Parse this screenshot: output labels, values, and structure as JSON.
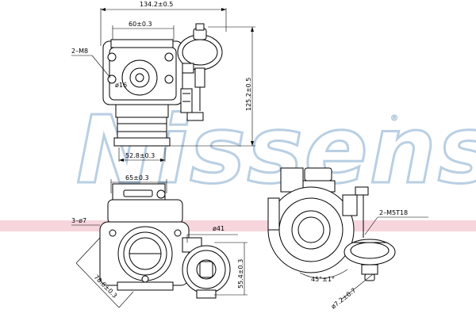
{
  "watermark": {
    "brand": "Nissens",
    "registered": "®",
    "color": "#b9cfe3"
  },
  "accent_band_color": "#f6d6dc",
  "dimensions": {
    "overall_width": "134.2±0.5",
    "flange_width": "60±0.3",
    "bolt_spec": "2–M8",
    "bore_diameter": "ø16",
    "height": "125.2±0.5",
    "outlet_width": "52.8±0.3",
    "hole_spacing": "65±0.3",
    "hole_spec": "3–ø7",
    "port_diameter": "ø41",
    "diagonal": "78.6±0.3",
    "actuator_height": "55.4±0.3",
    "thread_spec": "2–M5T18",
    "angle": "45°±1°",
    "pin_diameter": "ø7.2±0.7"
  }
}
